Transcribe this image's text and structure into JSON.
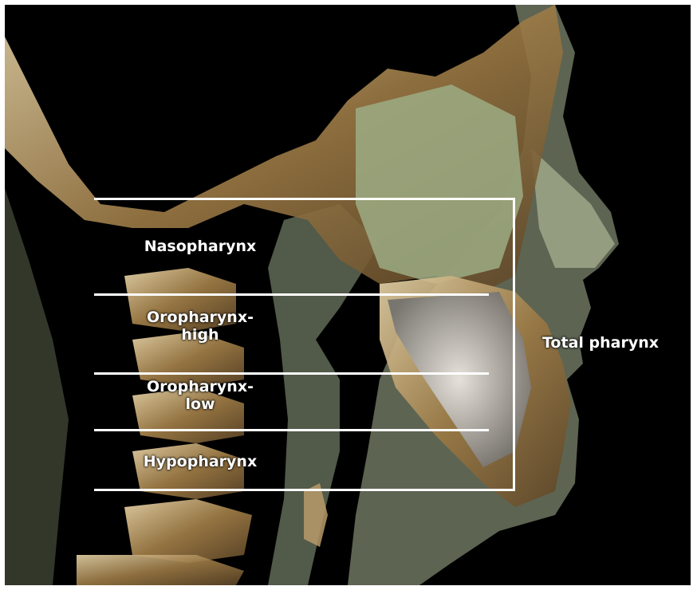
{
  "labels": {
    "nasopharynx": "Nasopharynx",
    "oropharynx_high": "Oropharynx-\nhigh",
    "oropharynx_low": "Oropharynx-\nlow",
    "hypopharynx": "Hypopharynx",
    "total_pharynx": "Total pharynx"
  },
  "colors": {
    "background": "#000000",
    "bone": "#b89a6a",
    "soft_tissue": "#8f9a7c",
    "marker_lines": "#ffffff"
  }
}
